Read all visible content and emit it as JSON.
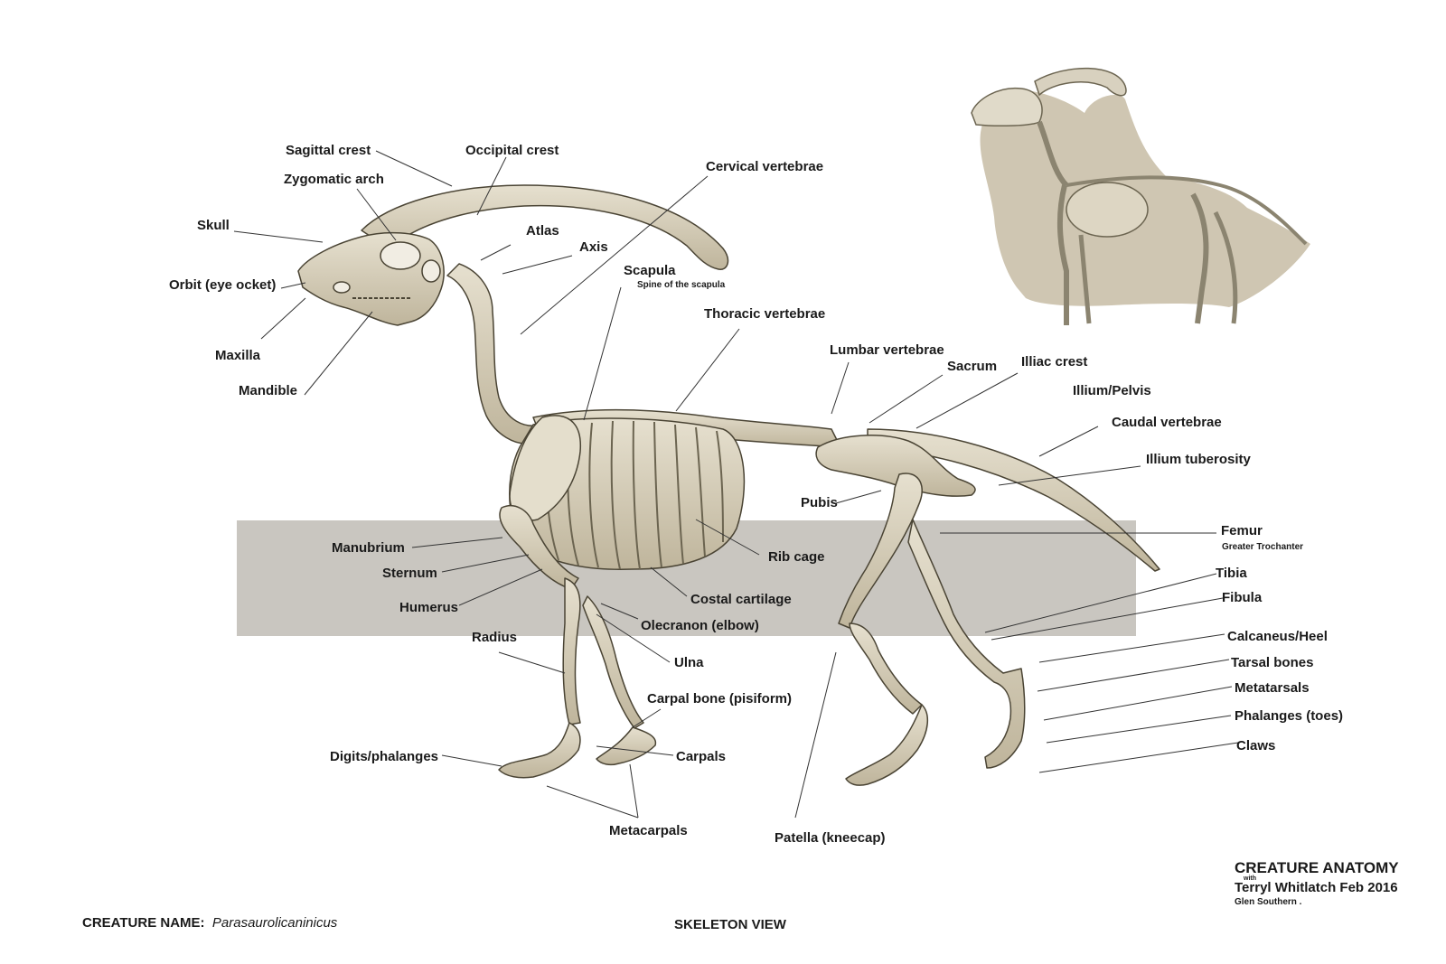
{
  "labels": {
    "sagittal_crest": "Sagittal crest",
    "occipital_crest": "Occipital crest",
    "zygomatic_arch": "Zygomatic arch",
    "cervical_vertebrae": "Cervical vertebrae",
    "skull": "Skull",
    "atlas": "Atlas",
    "axis": "Axis",
    "orbit": "Orbit (eye ocket)",
    "scapula": "Scapula",
    "scapula_sub": "Spine of the scapula",
    "maxilla": "Maxilla",
    "thoracic_vertebrae": "Thoracic vertebrae",
    "mandible": "Mandible",
    "lumbar_vertebrae": "Lumbar vertebrae",
    "sacrum": "Sacrum",
    "illiac_crest": "Illiac crest",
    "illium_pelvis": "Illium/Pelvis",
    "caudal_vertebrae": "Caudal vertebrae",
    "illium_tuberosity": "Illium tuberosity",
    "pubis": "Pubis",
    "femur": "Femur",
    "femur_sub": "Greater Trochanter",
    "manubrium": "Manubrium",
    "rib_cage": "Rib cage",
    "sternum": "Sternum",
    "tibia": "Tibia",
    "fibula": "Fibula",
    "humerus": "Humerus",
    "costal_cartilage": "Costal cartilage",
    "olecranon": "Olecranon (elbow)",
    "radius": "Radius",
    "calcaneus": "Calcaneus/Heel",
    "ulna": "Ulna",
    "tarsal_bones": "Tarsal bones",
    "metatarsals": "Metatarsals",
    "carpal_bone": "Carpal bone (pisiform)",
    "phalanges_toes": "Phalanges (toes)",
    "claws": "Claws",
    "digits_phalanges": "Digits/phalanges",
    "carpals": "Carpals",
    "metacarpals": "Metacarpals",
    "patella": "Patella (kneecap)"
  },
  "footer": {
    "creature_name_label": "CREATURE NAME:",
    "creature_name_value": "Parasaurolicaninicus",
    "view": "SKELETON VIEW"
  },
  "credits": {
    "title": "CREATURE ANATOMY",
    "with": "with",
    "author_line": "Terryl Whitlatch Feb 2016",
    "artist": "Glen Southern ."
  },
  "colors": {
    "bone": "#ddd6c3",
    "bone_shadow": "#b8ae95",
    "bone_outline": "#4a4434",
    "band": "#c9c6c0",
    "silhouette": "#cfc6b2",
    "leader": "#333333"
  }
}
